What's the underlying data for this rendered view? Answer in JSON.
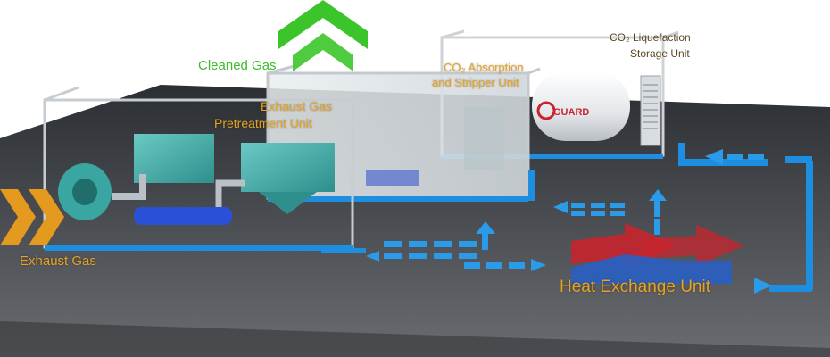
{
  "labels": {
    "cleaned_gas": "Cleaned Gas",
    "exhaust_gas_in": "Exhaust Gas",
    "pretreatment_line1": "Exhaust Gas",
    "pretreatment_line2": "Pretreatment Unit",
    "absorption_line1": "CO₂ Absorption",
    "absorption_line2": "and Stripper Unit",
    "liquefaction_line1": "CO₂ Liquefaction",
    "liquefaction_line2": "Storage Unit",
    "heat_exchange": "Heat Exchange Unit",
    "tank_logo": "GUARD"
  },
  "colors": {
    "floor": "#3a3d42",
    "flow_blue": "#1e8fe0",
    "arrow_green": "#3cc52a",
    "arrow_orange": "#e39a1f",
    "label_orange": "#e8a321",
    "heat_red": "#c8242e",
    "heat_blue": "#2a5fc2",
    "module_teal": "#4fb6b3"
  }
}
